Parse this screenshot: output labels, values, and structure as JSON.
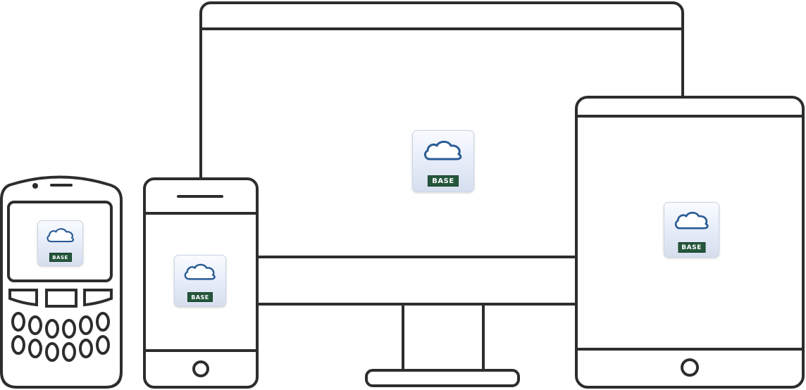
{
  "app_icon": {
    "label": "BASE",
    "cloud_color": "#2a5c95",
    "badge_color": "#24563b"
  },
  "devices": {
    "feature_phone": {
      "name": "feature-phone"
    },
    "smartphone": {
      "name": "smartphone"
    },
    "desktop_monitor": {
      "name": "desktop-monitor"
    },
    "tablet": {
      "name": "tablet"
    }
  }
}
